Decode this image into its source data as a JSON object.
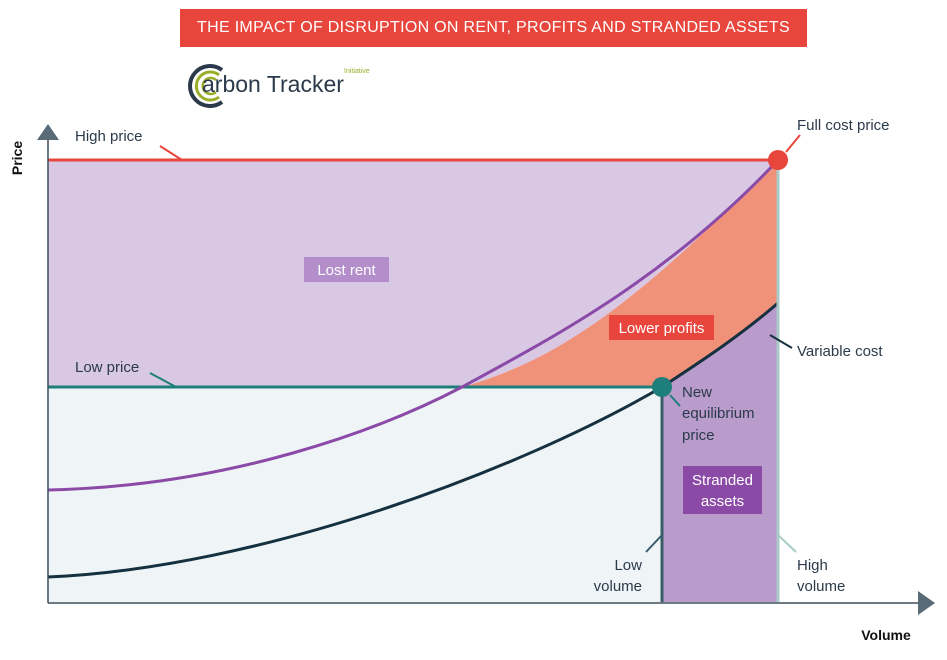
{
  "banner": {
    "title": "THE IMPACT OF DISRUPTION ON RENT, PROFITS AND STRANDED ASSETS"
  },
  "logo": {
    "wordmark": "arbon Tracker",
    "subtitle": "Initiative"
  },
  "axes": {
    "y_title": "Price",
    "x_title": "Volume"
  },
  "labels": {
    "high_price": "High price",
    "low_price": "Low price",
    "full_cost_price": "Full cost price",
    "variable_cost": "Variable cost",
    "new_equilibrium": [
      "New",
      "equilibrium",
      "price"
    ],
    "low_volume": [
      "Low",
      "volume"
    ],
    "high_volume": [
      "High",
      "volume"
    ]
  },
  "regions": {
    "lost_rent": "Lost rent",
    "lower_profits": "Lower profits",
    "stranded_assets": [
      "Stranded",
      "assets"
    ]
  },
  "colors": {
    "banner": "#e8453c",
    "high_price_line": "#e8453c",
    "low_price_line": "#1e7f7a",
    "full_cost_curve": "#8b4aa8",
    "variable_cost_curve": "#15303f",
    "lost_rent_fill": "#d8c8e4",
    "lower_profits_fill": "#f0917a",
    "stranded_fill": "#b99ccb",
    "below_fill": "#eff4f6",
    "lost_rent_box": "#b48ecb",
    "lower_profits_box": "#e8453c",
    "stranded_box": "#8a4aa6"
  },
  "icons": [
    "carbon-tracker-logo-icon",
    "up-arrow-icon",
    "right-arrow-icon"
  ]
}
